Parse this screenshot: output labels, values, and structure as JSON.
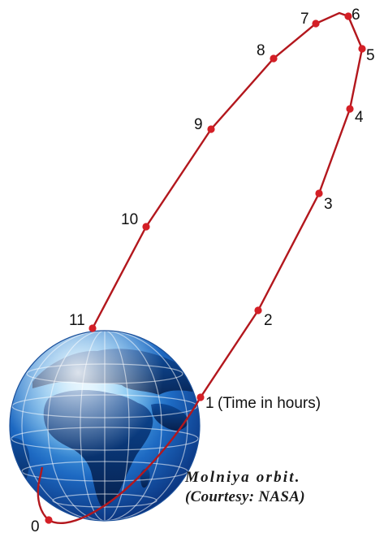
{
  "diagram": {
    "hour_markers": [
      "0",
      "1",
      "2",
      "3",
      "4",
      "5",
      "6",
      "7",
      "8",
      "9",
      "10",
      "11"
    ],
    "time_unit_note": "(Time in hours)",
    "caption": {
      "line1": "Molniya orbit.",
      "line2": "(Courtesy: NASA)"
    },
    "colors": {
      "orbit": "#b3171d",
      "marker": "#d41f26",
      "globe_dark": "#0a2a6a",
      "globe_light": "#9fd8ff"
    },
    "icons": [
      "earth-globe-icon"
    ]
  }
}
